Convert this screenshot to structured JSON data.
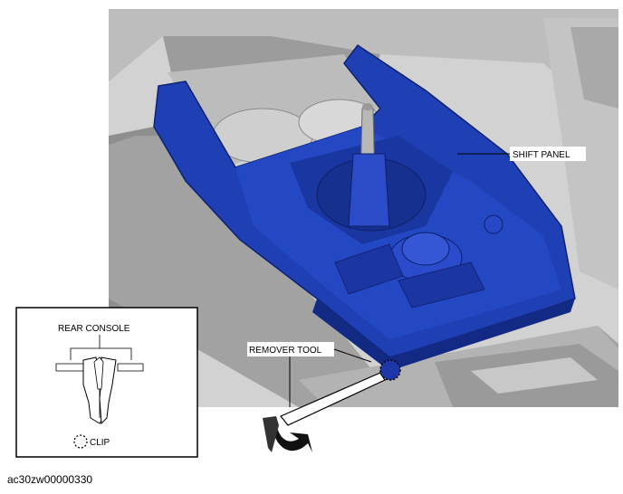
{
  "diagram": {
    "callouts": {
      "shift_panel": "SHIFT PANEL",
      "remover_tool": "REMOVER TOOL"
    },
    "inset": {
      "title": "REAR CONSOLE",
      "legend_label": "CLIP"
    },
    "figure_code": "ac30zw00000330"
  },
  "colors": {
    "panel_blue": "#1f3fb5",
    "panel_blue_dark": "#132a85",
    "console_gray": "#a8a8a8",
    "interior_gray": "#c9c9c9"
  }
}
